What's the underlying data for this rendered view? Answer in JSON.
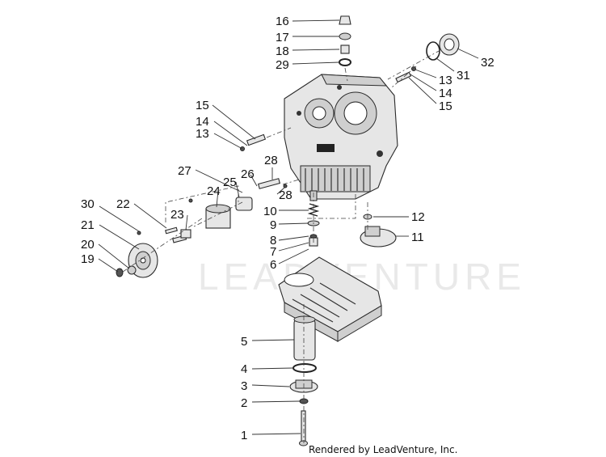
{
  "watermark": "LEADVENTURE",
  "credit": "Rendered by LeadVenture, Inc.",
  "callouts": [
    "16",
    "17",
    "18",
    "29",
    "32",
    "31",
    "13",
    "14",
    "15",
    "15",
    "14",
    "13",
    "28",
    "27",
    "26",
    "25",
    "24",
    "28",
    "10",
    "9",
    "8",
    "7",
    "6",
    "30",
    "22",
    "21",
    "23",
    "20",
    "19",
    "12",
    "11",
    "5",
    "4",
    "3",
    "2",
    "1"
  ]
}
